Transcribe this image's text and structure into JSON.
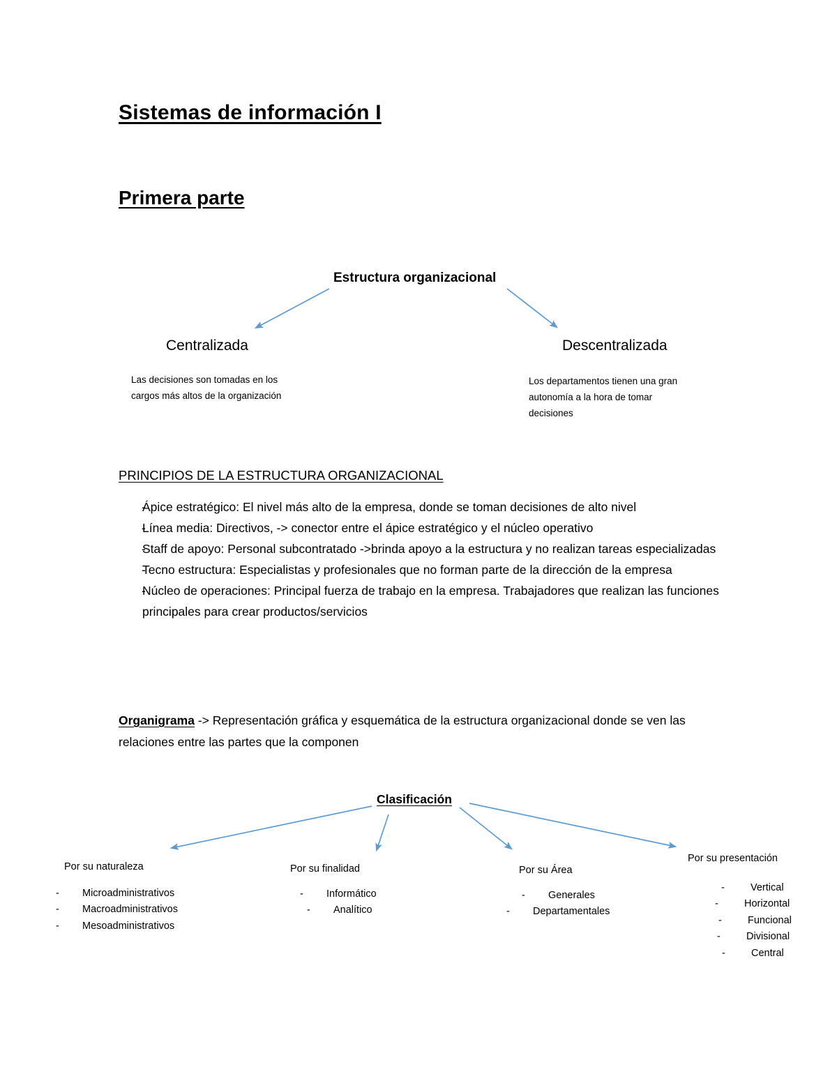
{
  "page": {
    "title": "Sistemas de información I",
    "subtitle": "Primera parte",
    "arrow_color": "#5b9bd5",
    "text_color": "#000000",
    "background": "#ffffff"
  },
  "diagram_estructura": {
    "root": "Estructura organizacional",
    "branches": [
      {
        "label": "Centralizada",
        "caption": "Las decisiones son tomadas en los\ncargos más altos de la organización"
      },
      {
        "label": "Descentralizada",
        "caption": "Los departamentos tienen una gran\nautonomía a la hora de tomar\ndecisiones"
      }
    ]
  },
  "principios": {
    "heading": "PRINCIPIOS DE LA ESTRUCTURA ORGANIZACIONAL",
    "dash": "-",
    "items": [
      "Ápice estratégico: El nivel más alto de la empresa, donde se toman decisiones de alto nivel",
      "Línea media: Directivos, -> conector entre el ápice estratégico y el núcleo operativo",
      "Staff de apoyo: Personal subcontratado ->brinda apoyo a la estructura y no realizan tareas especializadas",
      "Tecno estructura: Especialistas y profesionales que no forman parte de la dirección de la empresa",
      "Núcleo de operaciones: Principal fuerza de trabajo en la empresa. Trabajadores que realizan las funciones principales para crear productos/servicios"
    ]
  },
  "organigrama": {
    "term": "Organigrama",
    "definition": " -> Representación gráfica y esquemática de la estructura organizacional donde se ven las relaciones entre las partes que la componen"
  },
  "diagram_clasificacion": {
    "root": "Clasificación",
    "dash": "-",
    "branches": [
      {
        "label": "Por su naturaleza",
        "items": [
          "Microadministrativos",
          "Macroadministrativos",
          "Mesoadministrativos"
        ]
      },
      {
        "label": "Por su finalidad",
        "items": [
          "Informático",
          "Analítico"
        ]
      },
      {
        "label": "Por su Área",
        "items": [
          "Generales",
          "Departamentales"
        ]
      },
      {
        "label": "Por su presentación",
        "items": [
          "Vertical",
          "Horizontal",
          "Funcional",
          "Divisional",
          "Central"
        ]
      }
    ]
  }
}
